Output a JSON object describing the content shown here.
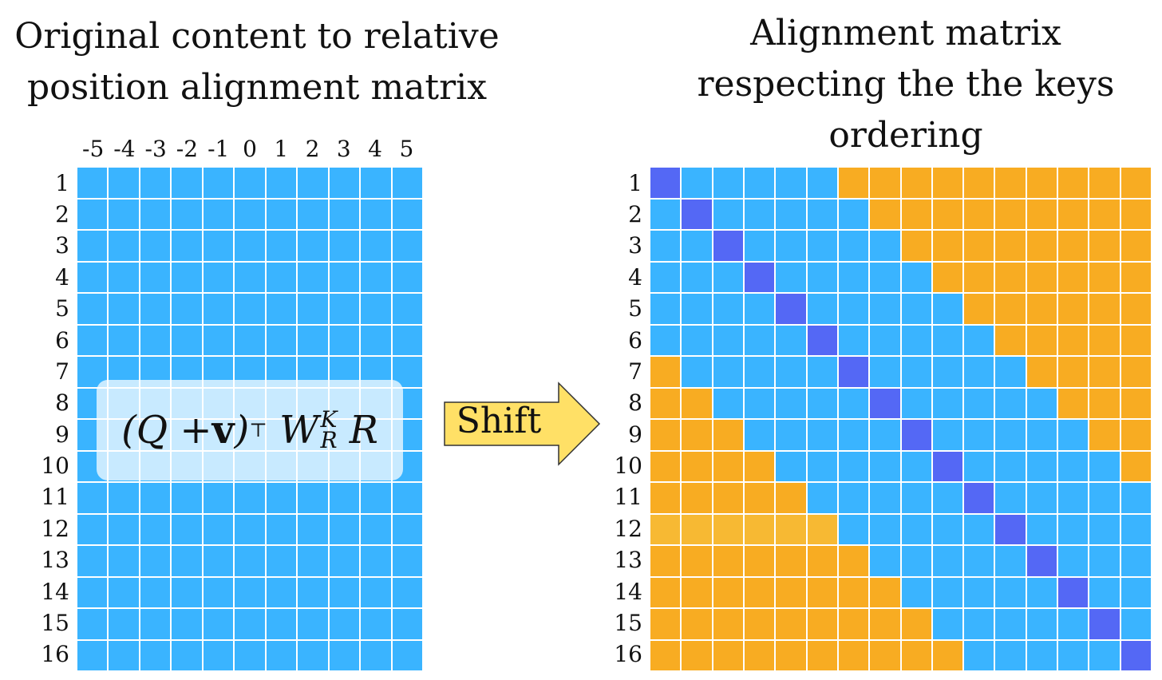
{
  "left_panel": {
    "title_lines": [
      "Original content to relative",
      "position alignment matrix"
    ],
    "column_labels": [
      "-5",
      "-4",
      "-3",
      "-2",
      "-1",
      "0",
      "1",
      "2",
      "3",
      "4",
      "5"
    ],
    "row_labels": [
      "1",
      "2",
      "3",
      "4",
      "5",
      "6",
      "7",
      "8",
      "9",
      "10",
      "11",
      "12",
      "13",
      "14",
      "15",
      "16"
    ],
    "rows": 16,
    "cols": 11,
    "formula": {
      "open": "(Q + ",
      "bold": "v",
      "close": ")",
      "sup": "⊤",
      "w": "W",
      "w_sup": "K",
      "w_sub": "R",
      "tail": "R"
    }
  },
  "arrow": {
    "label": "Shift"
  },
  "right_panel": {
    "title_lines": [
      "Alignment matrix",
      "respecting the the keys",
      "ordering"
    ],
    "row_labels": [
      "1",
      "2",
      "3",
      "4",
      "5",
      "6",
      "7",
      "8",
      "9",
      "10",
      "11",
      "12",
      "13",
      "14",
      "15",
      "16"
    ],
    "size": 16,
    "band_half_width": 5
  },
  "colors": {
    "cell_blue": "#3AB4FF",
    "diagonal": "#5468F5",
    "masked_orange": "#F8AC22",
    "masked_orange_light": "#F7B933",
    "arrow_fill": "#FFE066",
    "grid_line": "#ffffff"
  }
}
